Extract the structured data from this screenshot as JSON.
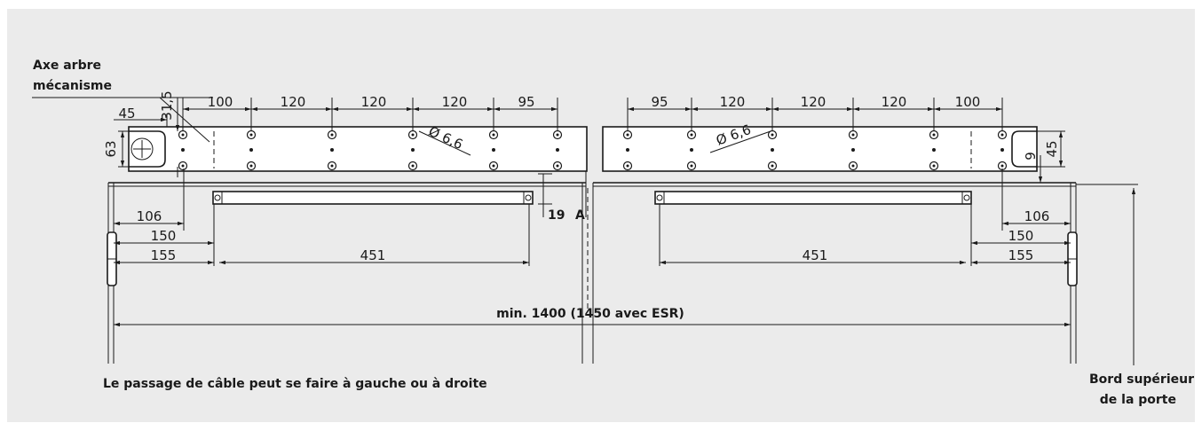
{
  "labels": {
    "axis_line1": "Axe arbre",
    "axis_line2": "mécanisme",
    "cable": "Le passage de câble peut se faire à gauche ou à droite",
    "door_line1": "Bord supérieur",
    "door_line2": "de la porte",
    "min_width": "min. 1400 (1450 avec ESR)",
    "dim_19": "19",
    "dim_A": "A"
  },
  "left_plate": {
    "spacing": [
      "100",
      "120",
      "120",
      "120",
      "95"
    ],
    "d45": "45",
    "d31_5": "31,5",
    "d63": "63",
    "hole_dia": "Ø 6,6",
    "d106": "106",
    "d150": "150",
    "d155": "155",
    "d451": "451"
  },
  "right_plate": {
    "spacing": [
      "95",
      "120",
      "120",
      "120",
      "100"
    ],
    "hole_dia": "Ø 6,6",
    "d45": "45",
    "d9": "9",
    "d106": "106",
    "d150": "150",
    "d155": "155",
    "d451": "451"
  },
  "colors": {
    "background": "#ebebeb",
    "line": "#1a1a1a",
    "plate": "#ffffff"
  }
}
